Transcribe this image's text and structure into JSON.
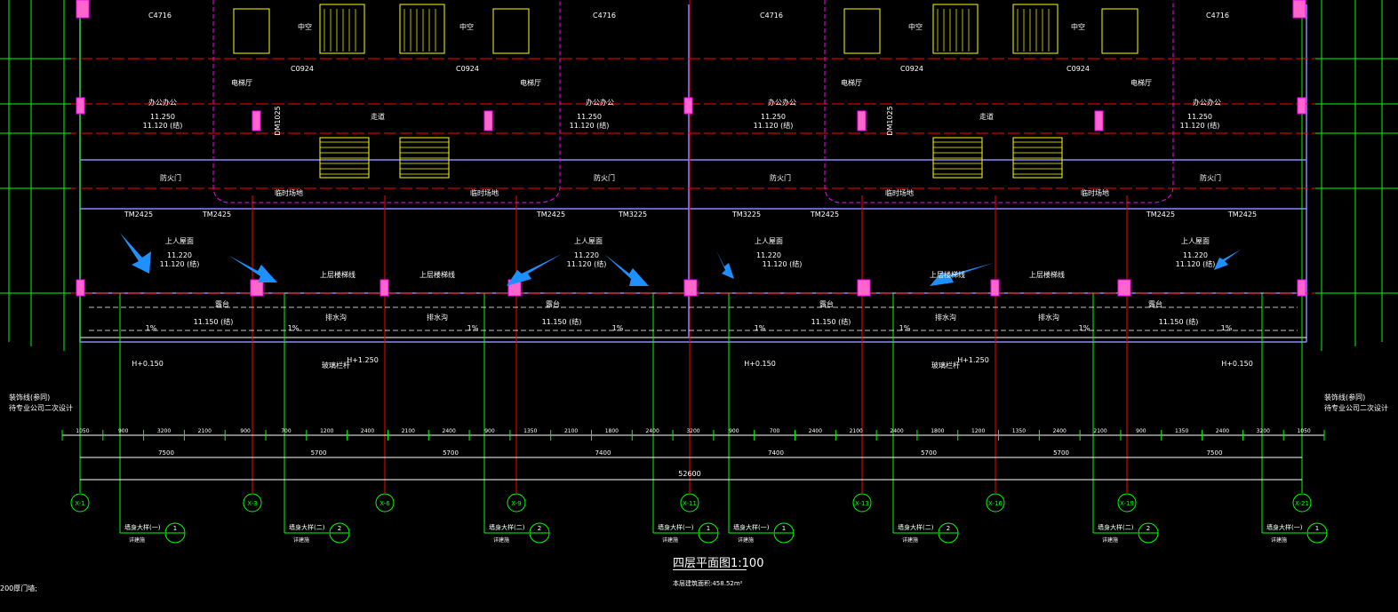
{
  "drawing": {
    "title": "四层平面图1:100",
    "area_note": "本层建筑面积:458.52m²",
    "left_note": "200厚门墙;",
    "total_dimension": "52600",
    "bay_dimensions": [
      "7500",
      "5700",
      "5700",
      "7400",
      "7400",
      "5700",
      "5700",
      "7500"
    ],
    "detail_dimensions": [
      "1050",
      "900",
      "3200",
      "2100",
      "900",
      "700",
      "1200",
      "2400",
      "2100",
      "2400",
      "900",
      "1350",
      "2100",
      "1800",
      "2400",
      "3200",
      "900",
      "700",
      "2400",
      "2100",
      "2400",
      "1800",
      "1200",
      "1350",
      "2400",
      "2100",
      "900",
      "1350",
      "2400",
      "3200",
      "1050"
    ],
    "axis_labels": [
      "X-1",
      "X-3",
      "X-6",
      "X-9",
      "X-11",
      "X-13",
      "X-16",
      "X-19",
      "X-21"
    ],
    "room_labels": {
      "office": "办公办公",
      "elevator_hall": "电梯厅",
      "zhongkong": "中空",
      "roof": "上人屋面",
      "terrace": "露台",
      "hallway": "走道",
      "temp_site": "临时场地",
      "fire_door": "防火门",
      "window_c4716": "C4716",
      "window_c0924": "C0924",
      "door_dm1025": "DM1025",
      "door_tm2425": "TM2425",
      "door_tm3225": "TM3225",
      "level_1125": "11.250",
      "level_1120": "11.120 (结)",
      "level_1122": "11.220",
      "level_1115": "11.150 (结)",
      "drain": "排水沟",
      "railing": "玻璃栏杆",
      "h_0150": "H+0.150",
      "h_1250": "H+1.250",
      "upper_edge": "上层楼梯线",
      "slope": "1%",
      "ext_note_left_1": "装饰线(参同)",
      "ext_note_left_2": "待专业公司二次设计",
      "ext_note_right_1": "装饰线(参同)",
      "ext_note_right_2": "待专业公司二次设计"
    },
    "details": [
      {
        "label": "墙身大样(一)",
        "sub": "详建施",
        "num": "1"
      },
      {
        "label": "墙身大样(二)",
        "sub": "详建施",
        "num": "2"
      },
      {
        "label": "墙身大样(二)",
        "sub": "详建施",
        "num": "2"
      },
      {
        "label": "墙身大样(一)",
        "sub": "详建施",
        "num": "1"
      },
      {
        "label": "墙身大样(一)",
        "sub": "详建施",
        "num": "1"
      },
      {
        "label": "墙身大样(二)",
        "sub": "详建施",
        "num": "2"
      },
      {
        "label": "墙身大样(二)",
        "sub": "详建施",
        "num": "2"
      },
      {
        "label": "墙身大样(一)",
        "sub": "详建施",
        "num": "1"
      }
    ],
    "colors": {
      "background": "#000000",
      "axis_line": "#ff0000",
      "grid_green": "#00ff00",
      "wall": "#00ffff",
      "stairs": "#ffff00",
      "column": "#ff00ff",
      "arrow": "#1e90ff",
      "dim_line": "#ffffff"
    }
  }
}
